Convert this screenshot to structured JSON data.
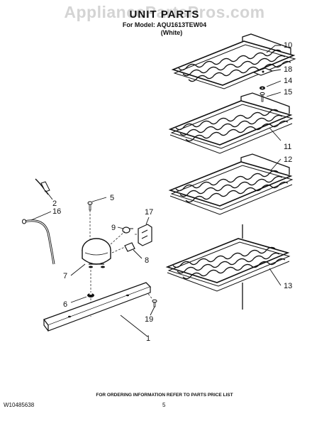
{
  "header": {
    "watermark": "AppliancePartsPros.com",
    "title": "UNIT PARTS",
    "model_line": "For Model: AQU1613TEW04",
    "color_line": "(White)"
  },
  "callouts": {
    "c10": "10",
    "c18": "18",
    "c14": "14",
    "c15": "15",
    "c11": "11",
    "c12": "12",
    "c13": "13",
    "c2": "2",
    "c16": "16",
    "c5": "5",
    "c17": "17",
    "c9": "9",
    "c8": "8",
    "c7": "7",
    "c6": "6",
    "c19": "19",
    "c1": "1"
  },
  "footer": {
    "ordering_note": "FOR ORDERING INFORMATION REFER TO PARTS PRICE LIST",
    "document_number": "W10485638",
    "page_number": "5"
  }
}
